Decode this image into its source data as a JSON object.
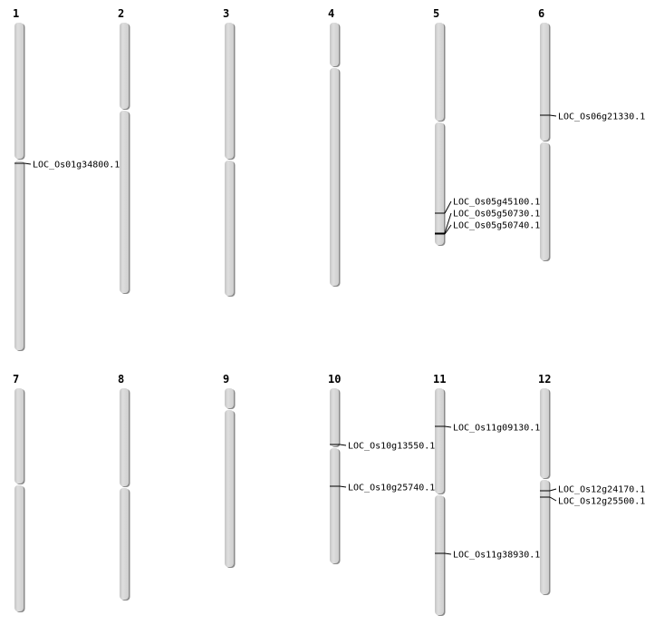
{
  "chromosomes": [
    {
      "name": "1",
      "markers": [
        "LOC_Os01g34800.1"
      ]
    },
    {
      "name": "2",
      "markers": []
    },
    {
      "name": "3",
      "markers": []
    },
    {
      "name": "4",
      "markers": []
    },
    {
      "name": "5",
      "markers": [
        "LOC_Os05g45100.1",
        "LOC_Os05g50730.1",
        "LOC_Os05g50740.1"
      ]
    },
    {
      "name": "6",
      "markers": [
        "LOC_Os06g21330.1"
      ]
    },
    {
      "name": "7",
      "markers": []
    },
    {
      "name": "8",
      "markers": []
    },
    {
      "name": "9",
      "markers": []
    },
    {
      "name": "10",
      "markers": [
        "LOC_Os10g13550.1",
        "LOC_Os10g25740.1"
      ]
    },
    {
      "name": "11",
      "markers": [
        "LOC_Os11g09130.1",
        "LOC_Os11g38930.1"
      ]
    },
    {
      "name": "12",
      "markers": [
        "LOC_Os12g24170.1",
        "LOC_Os12g25500.1"
      ]
    }
  ],
  "colors": {
    "chromosome": "#d4d4d4",
    "shadow": "#8a8a8a",
    "line": "#000000"
  }
}
